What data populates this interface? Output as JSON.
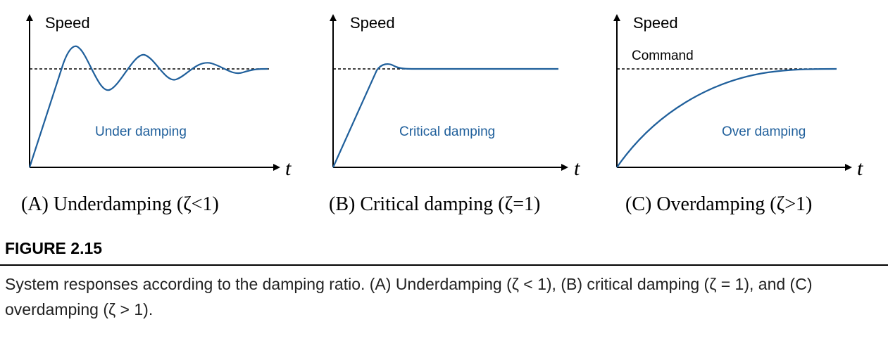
{
  "chart_data": [
    {
      "type": "line",
      "ylabel": "Speed",
      "xlabel": "t",
      "caption": "(A) Underdamping (ζ<1)",
      "annotation": "Under damping",
      "series": [
        {
          "values": [
            [
              0,
              0
            ],
            [
              1,
              0.55
            ],
            [
              1.5,
              1.12
            ],
            [
              2,
              0.8
            ],
            [
              3,
              1.07
            ],
            [
              4,
              0.9
            ],
            [
              5,
              1.04
            ],
            [
              6,
              0.96
            ],
            [
              7,
              1.0
            ]
          ]
        }
      ],
      "command_level": 1
    },
    {
      "type": "line",
      "ylabel": "Speed",
      "xlabel": "t",
      "caption": "(B) Critical damping (ζ=1)",
      "annotation": "Critical damping",
      "series": [
        {
          "values": [
            [
              0,
              0
            ],
            [
              1.4,
              1.0
            ],
            [
              1.8,
              1.03
            ],
            [
              2.3,
              1.0
            ],
            [
              8,
              1.0
            ]
          ]
        }
      ],
      "command_level": 1
    },
    {
      "type": "line",
      "ylabel": "Speed",
      "xlabel": "t",
      "caption": "(C) Overdamping (ζ>1)",
      "annotation": "Over damping",
      "command_label": "Command",
      "series": [
        {
          "values": [
            [
              0,
              0
            ],
            [
              2,
              0.6
            ],
            [
              4,
              0.88
            ],
            [
              6,
              0.98
            ],
            [
              8,
              1.0
            ]
          ]
        }
      ],
      "command_level": 1
    }
  ],
  "figure": {
    "title": "FIGURE 2.15",
    "description": "System responses according to the damping ratio. (A) Underdamping (ζ < 1), (B) critical damping (ζ = 1), and (C) overdamping (ζ > 1)."
  },
  "colors": {
    "curve": "#1f5f9b",
    "axis": "#000000",
    "command": "#000000"
  }
}
